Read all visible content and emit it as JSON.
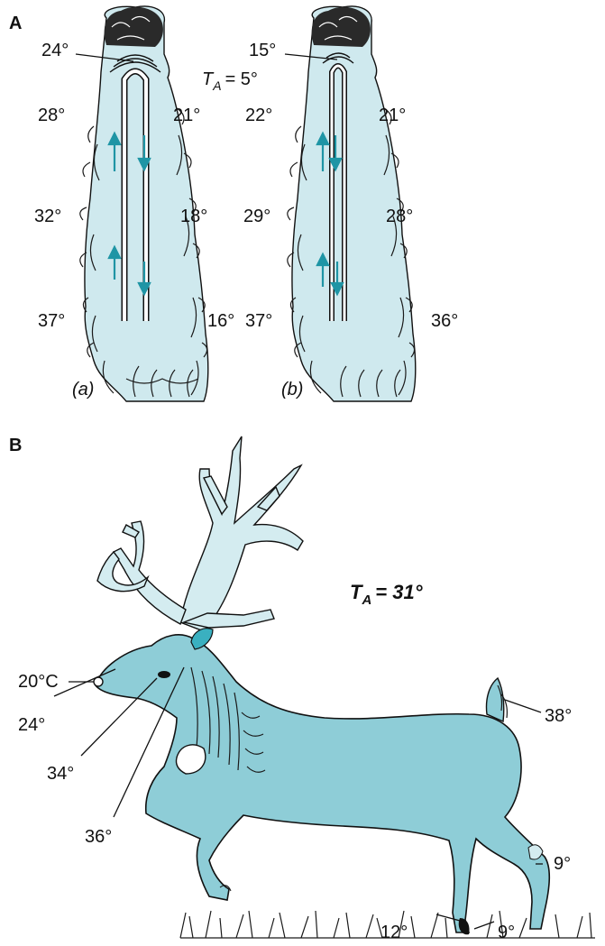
{
  "panel_a": {
    "label": "A",
    "ambient": {
      "prefix": "T",
      "sub": "A",
      "value": "= 5°"
    },
    "leg_a": {
      "caption": "(a)",
      "temps": {
        "top": "24°",
        "left_upper": "28°",
        "left_mid": "32°",
        "left_low": "37°",
        "right_upper": "21°",
        "right_mid": "18°",
        "right_low": "16°"
      }
    },
    "leg_b": {
      "caption": "(b)",
      "temps": {
        "top": "15°",
        "left_upper": "22°",
        "left_mid": "29°",
        "left_low": "37°",
        "right_upper": "21°",
        "right_mid": "28°",
        "right_low": "36°"
      }
    }
  },
  "panel_b": {
    "label": "B",
    "ambient": {
      "prefix": "T",
      "sub": "A",
      "value": "= 31°"
    },
    "temps": {
      "nose": "20°C",
      "muzzle": "24°",
      "eye": "34°",
      "neck": "36°",
      "tail": "38°",
      "hind_leg": "9°",
      "front_hoof": "12°",
      "hoof_tip": "9°"
    }
  },
  "colors": {
    "body": "#8ecdd7",
    "pale": "#d4ecf0",
    "arrow": "#1f95a5",
    "ink": "#111111"
  }
}
